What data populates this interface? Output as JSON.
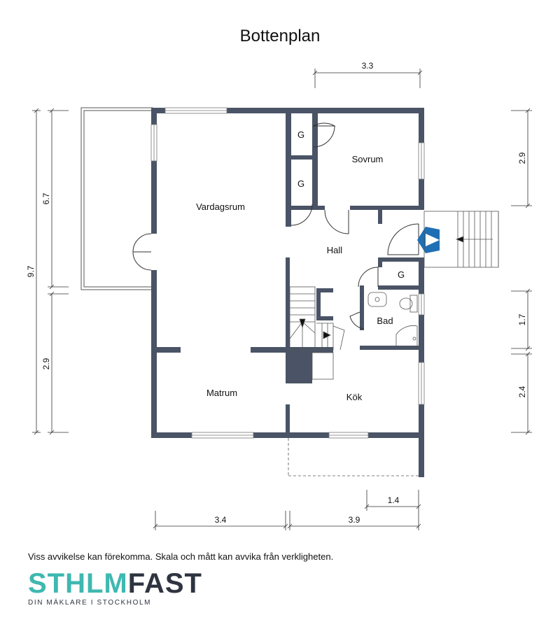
{
  "title": "Bottenplan",
  "rooms": {
    "vardagsrum": "Vardagsrum",
    "sovrum": "Sovrum",
    "g1": "G",
    "g2": "G",
    "g3": "G",
    "hall": "Hall",
    "bad": "Bad",
    "matrum": "Matrum",
    "kok": "Kök"
  },
  "dimensions": {
    "top": "3.3",
    "left_upper": "6.7",
    "left_total": "9.7",
    "left_lower": "2.9",
    "right_top": "2.9",
    "right_mid": "1.7",
    "right_low": "2.4",
    "bottom_small": "1.4",
    "bottom_left": "3.4",
    "bottom_right": "3.9"
  },
  "disclaimer": "Viss avvikelse kan förekomma. Skala och mått kan avvika från verkligheten.",
  "logo": {
    "part1": "STHLM",
    "part2": "FAST",
    "tagline": "DIN MÄKLARE I STOCKHOLM"
  },
  "colors": {
    "wall": "#4a5466",
    "entrance_arrow": "#1f6fb5",
    "logo_teal": "#3fb8b0",
    "logo_dark": "#2f3540"
  },
  "icons": [
    "entrance-arrow-icon",
    "toilet-icon",
    "sink-icon",
    "shower-icon"
  ]
}
